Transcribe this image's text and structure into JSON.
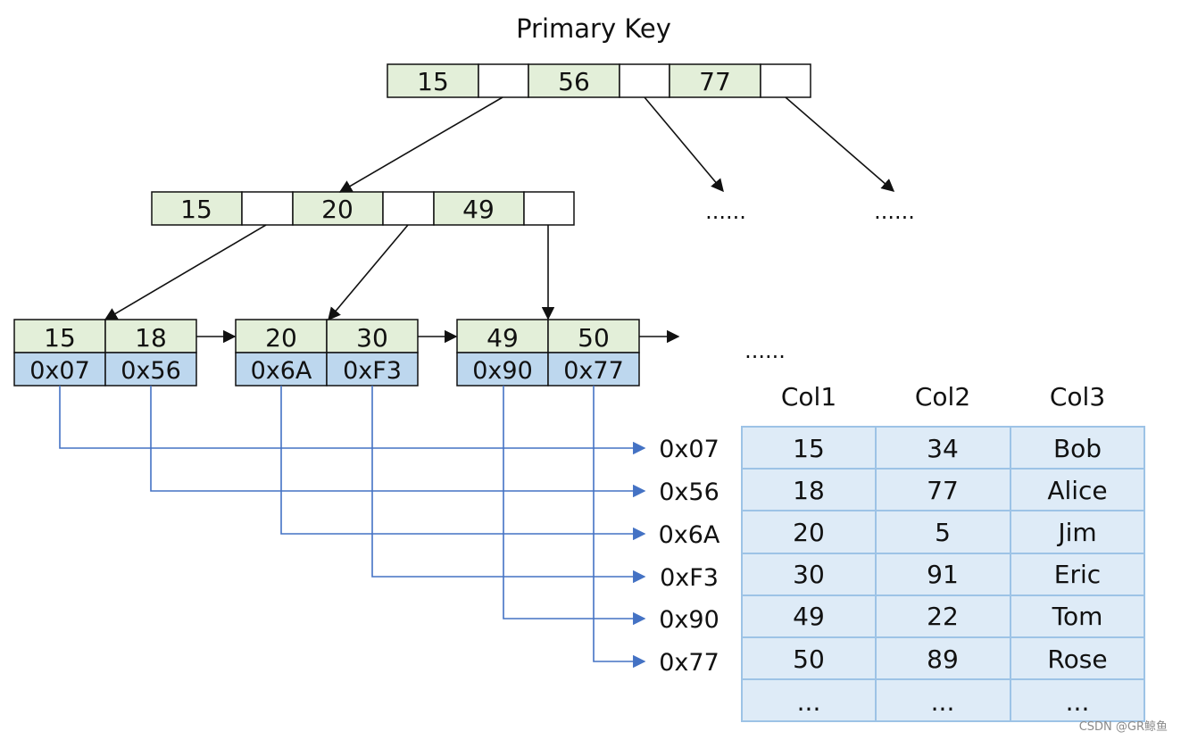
{
  "title": "Primary Key",
  "root_keys": [
    "15",
    "56",
    "77"
  ],
  "internal_keys": [
    "15",
    "20",
    "49"
  ],
  "leaves": [
    {
      "keys": [
        "15",
        "18"
      ],
      "addrs": [
        "0x07",
        "0x56"
      ]
    },
    {
      "keys": [
        "20",
        "30"
      ],
      "addrs": [
        "0x6A",
        "0xF3"
      ]
    },
    {
      "keys": [
        "49",
        "50"
      ],
      "addrs": [
        "0x90",
        "0x77"
      ]
    }
  ],
  "ellipsis": [
    "......",
    "......",
    "......"
  ],
  "table": {
    "headers": [
      "Col1",
      "Col2",
      "Col3"
    ],
    "row_addrs": [
      "0x07",
      "0x56",
      "0x6A",
      "0xF3",
      "0x90",
      "0x77"
    ],
    "rows": [
      [
        "15",
        "34",
        "Bob"
      ],
      [
        "18",
        "77",
        "Alice"
      ],
      [
        "20",
        "5",
        "Jim"
      ],
      [
        "30",
        "91",
        "Eric"
      ],
      [
        "49",
        "22",
        "Tom"
      ],
      [
        "50",
        "89",
        "Rose"
      ],
      [
        "...",
        "...",
        "..."
      ]
    ]
  },
  "watermark": "CSDN @GR鲸鱼",
  "colors": {
    "key_fill": "#e3efd9",
    "addr_fill": "#bdd7ee",
    "table_fill": "#deebf7",
    "table_border": "#9dc3e6",
    "pointer_line": "#4472c4",
    "tree_line": "#111111"
  }
}
